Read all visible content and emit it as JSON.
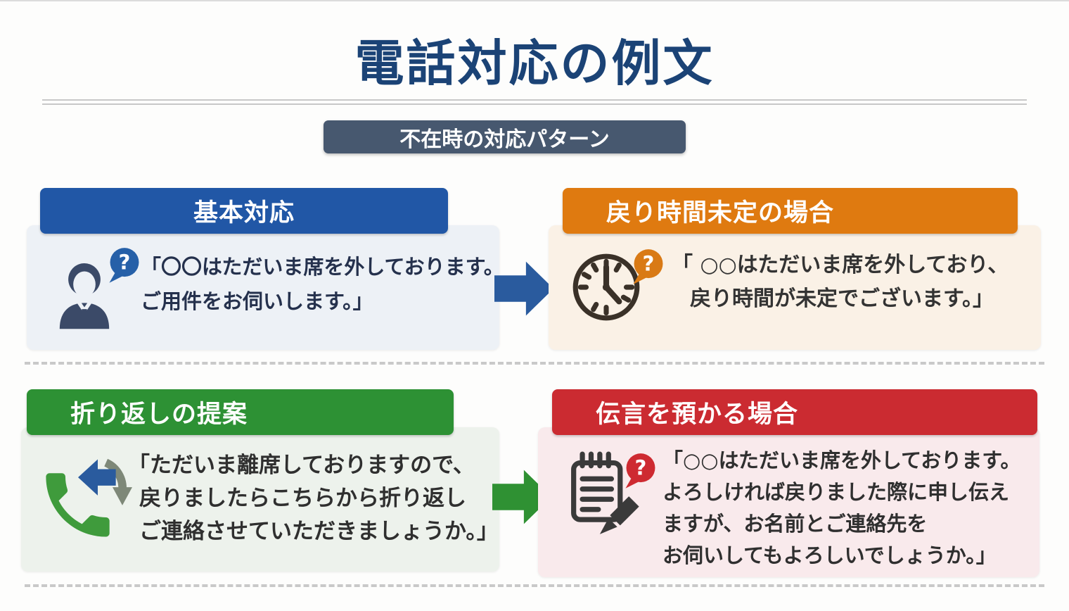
{
  "page": {
    "title": "電話対応の例文",
    "subtitle": "不在時の対応パターン",
    "colors": {
      "title_text": "#1b4376",
      "subtitle_bg": "#47586f",
      "header_blue": "#2157a6",
      "header_orange": "#df7a10",
      "header_green": "#2d9134",
      "header_red": "#cb2b31",
      "arrow_blue": "#2a5b9e",
      "arrow_green": "#2f9133",
      "body_blue": "#edf1f6",
      "body_orange": "#faf1e6",
      "body_green": "#edf2ec",
      "body_red": "#f9eaec"
    }
  },
  "cards": [
    {
      "id": "basic",
      "header": "基本対応",
      "icon": "businessman-icon",
      "bubble": "question-bubble-blue",
      "quote_lines": {
        "0": "「〇〇はただいま席を外しております。",
        "1": "ご用件をお伺いします。」"
      }
    },
    {
      "id": "unknown-return-time",
      "header": "戻り時間未定の場合",
      "icon": "clock-icon",
      "bubble": "question-bubble-orange",
      "quote_lines": {
        "0": "「 ○○はただいま席を外しており、",
        "1": "戻り時間が未定でございます。」"
      }
    },
    {
      "id": "callback-offer",
      "header": "折り返しの提案",
      "icon": "phone-callback-icon",
      "quote_lines": {
        "0": "「ただいま離席しておりますので、",
        "1": "戻りましたらこちらから折り返し",
        "2": "ご連絡させていただきましょうか。」"
      }
    },
    {
      "id": "take-message",
      "header": "伝言を預かる場合",
      "icon": "notepad-pencil-icon",
      "bubble": "question-bubble-red",
      "quote_lines": {
        "0": "「○○はただいま席を外しております。",
        "1": "よろしければ戻りました際に申し伝え",
        "2": "ますが、お名前とご連絡先を",
        "3": "お伺いしてもよろしいでしょうか。」"
      }
    }
  ]
}
